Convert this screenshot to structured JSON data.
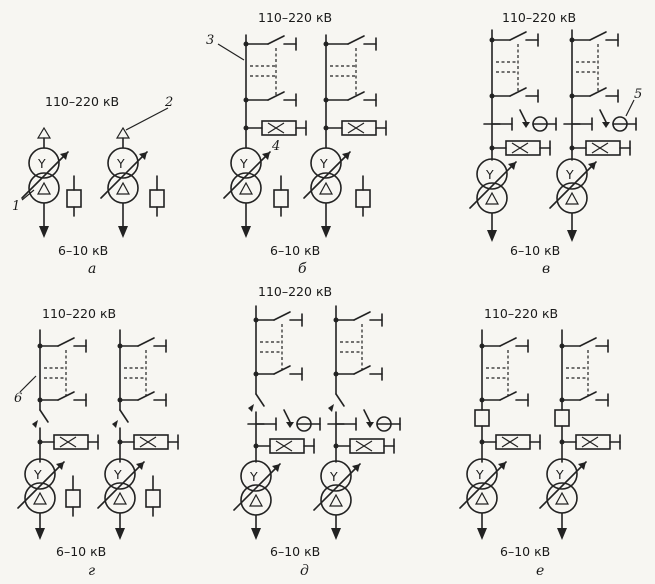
{
  "voltage_hv": "110–220 кВ",
  "voltage_lv": "6–10 кВ",
  "panels": [
    {
      "caption": "а"
    },
    {
      "caption": "б"
    },
    {
      "caption": "в"
    },
    {
      "caption": "г"
    },
    {
      "caption": "д"
    },
    {
      "caption": "е"
    }
  ],
  "callouts": [
    "1",
    "2",
    "3",
    "4",
    "5",
    "6"
  ]
}
